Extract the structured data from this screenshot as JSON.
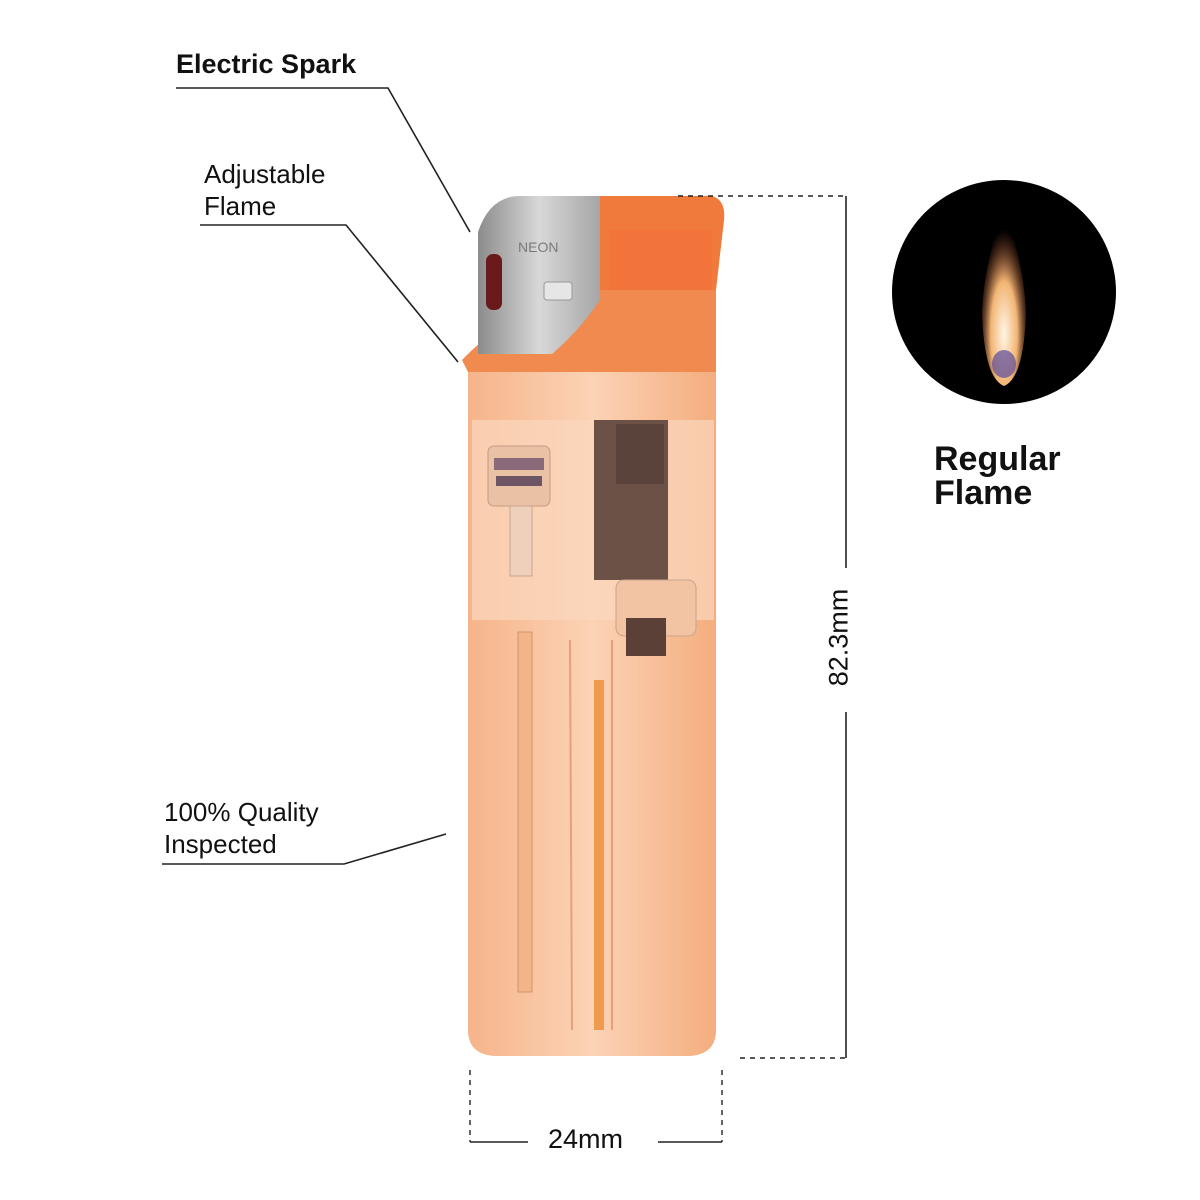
{
  "callouts": {
    "electric_spark": "Electric Spark",
    "adjustable_flame": [
      "Adjustable",
      "Flame"
    ],
    "quality": [
      "100% Quality",
      "Inspected"
    ]
  },
  "flame_label": [
    "Regular",
    "Flame"
  ],
  "dimensions": {
    "height": "82.3mm",
    "width": "24mm"
  },
  "brand_mark": "NEON",
  "colors": {
    "body": "#f7b98e",
    "cap": "#f08a4e",
    "hood": "#b8b8b8",
    "flame_bg": "#000000"
  }
}
